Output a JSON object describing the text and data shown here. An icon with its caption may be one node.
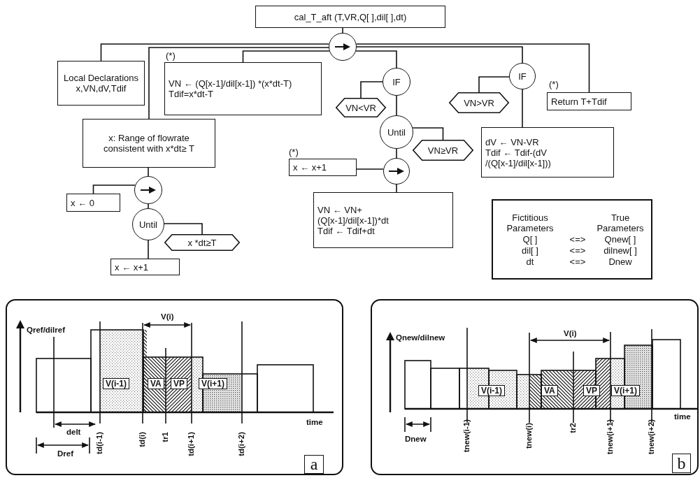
{
  "diagram": {
    "nodes": [
      {
        "text": [
          "cal_T_aft (T,VR,Q[ ],dil[ ],dt)"
        ]
      },
      {
        "text": [],
        "shape": "circle"
      },
      {
        "text": [
          "Local Declarations",
          "x,VN,dV,Tdif"
        ]
      },
      {
        "text": [
          "VN ← (Q[x-1]/dil[x-1]) *(x*dt-T)",
          "Tdif=x*dt-T"
        ],
        "beside": [
          "(*)"
        ]
      },
      {
        "text": [
          "x: Range of flowrate consistent with x*dt≥ T"
        ]
      },
      {
        "text": [],
        "shape": "circle"
      },
      {
        "text": [
          "x ← 0"
        ]
      },
      {
        "text": [
          "Until"
        ]
      },
      {
        "text": [
          "x *dt≥T"
        ]
      },
      {
        "text": [
          "x ← x+1"
        ]
      },
      {
        "text": [
          "IF"
        ]
      },
      {
        "text": [
          "VN<VR"
        ]
      },
      {
        "text": [
          "Until"
        ]
      },
      {
        "text": [
          "VN≥VR"
        ]
      },
      {
        "text": [
          "x ← x+1"
        ],
        "beside": [
          "(*)"
        ]
      },
      {
        "text": [],
        "shape": "circle"
      },
      {
        "text": [
          "VN ← VN+ (Q[x-1]/dil[x-1])*dt",
          "Tdif ← Tdif+dt"
        ]
      },
      {
        "text": [
          "IF"
        ]
      },
      {
        "text": [
          "VN>VR"
        ]
      },
      {
        "text": [
          "dV ← VN-VR",
          "Tdif ← Tdif-(dV /(Q[x-1]/dil[x-1]))"
        ]
      },
      {
        "text": [
          "Return T+Tdif"
        ],
        "beside": [
          "(*)"
        ]
      },
      {
        "text": [
          "Fictitious Parameters",
          "True Parameters",
          "Q[ ]",
          "<=>",
          "Qnew[ ]",
          "dil[ ]",
          "<=>",
          "dilnew[ ]",
          "dt",
          "<=>",
          "Dnew"
        ]
      },
      {
        "text": [],
        "shape": "box"
      },
      {
        "text": [
          "V(i-1)"
        ],
        "in": 22
      },
      {
        "text": [
          "VA"
        ],
        "in": 22
      },
      {
        "text": [
          "VP"
        ],
        "in": 22
      },
      {
        "text": [
          "V(i+1)"
        ],
        "in": 22
      },
      {
        "text": [
          "a"
        ],
        "in": 22
      },
      {
        "text": [],
        "shape": "box"
      },
      {
        "text": [
          "V(i-1)"
        ],
        "in": 28
      },
      {
        "text": [
          "VA"
        ],
        "in": 28
      },
      {
        "text": [
          "VP"
        ],
        "in": 28
      },
      {
        "text": [
          "V(i+1)"
        ],
        "in": 28
      },
      {
        "text": [
          "b"
        ],
        "in": 28
      }
    ],
    "edges": [
      {
        "from": 0,
        "to": 1,
        "arrow": "none"
      },
      {
        "from": 1,
        "to": 2,
        "arrow": "none"
      },
      {
        "from": 1,
        "to": 3,
        "arrow": "none"
      },
      {
        "from": 1,
        "to": 4,
        "arrow": "none"
      },
      {
        "from": 1,
        "to": 10,
        "arrow": "none"
      },
      {
        "from": 1,
        "to": 17,
        "arrow": "none"
      },
      {
        "from": 1,
        "to": 20,
        "arrow": "none"
      },
      {
        "from": 4,
        "to": 5,
        "arrow": "none"
      },
      {
        "from": 5,
        "to": 6,
        "arrow": "none"
      },
      {
        "from": 5,
        "to": 7,
        "arrow": "none"
      },
      {
        "from": 7,
        "to": 8,
        "arrow": "none"
      },
      {
        "from": 7,
        "to": 9,
        "arrow": "none"
      },
      {
        "from": 10,
        "to": 11,
        "arrow": "none"
      },
      {
        "from": 10,
        "to": 12,
        "arrow": "none"
      },
      {
        "from": 12,
        "to": 13,
        "arrow": "none"
      },
      {
        "from": 12,
        "to": 15,
        "arrow": "none"
      },
      {
        "from": 15,
        "to": 14,
        "arrow": "none"
      },
      {
        "from": 15,
        "to": 16,
        "arrow": "none"
      },
      {
        "from": 17,
        "to": 18,
        "arrow": "none"
      },
      {
        "from": 17,
        "to": 19,
        "arrow": "none"
      }
    ],
    "labels": [
      "Qref/dilref",
      "V(i)",
      "time",
      "delt",
      "Dref",
      "td(i-1)",
      "td(i)",
      "tr1",
      "td(i+1)",
      "td(i+2)",
      "Qnew/dilnew",
      "V(i)",
      "time",
      "Dnew",
      "tnew(i-1)",
      "tnew(i)",
      "tr2",
      "tnew(i+1)",
      "tnew(i+2)"
    ]
  }
}
